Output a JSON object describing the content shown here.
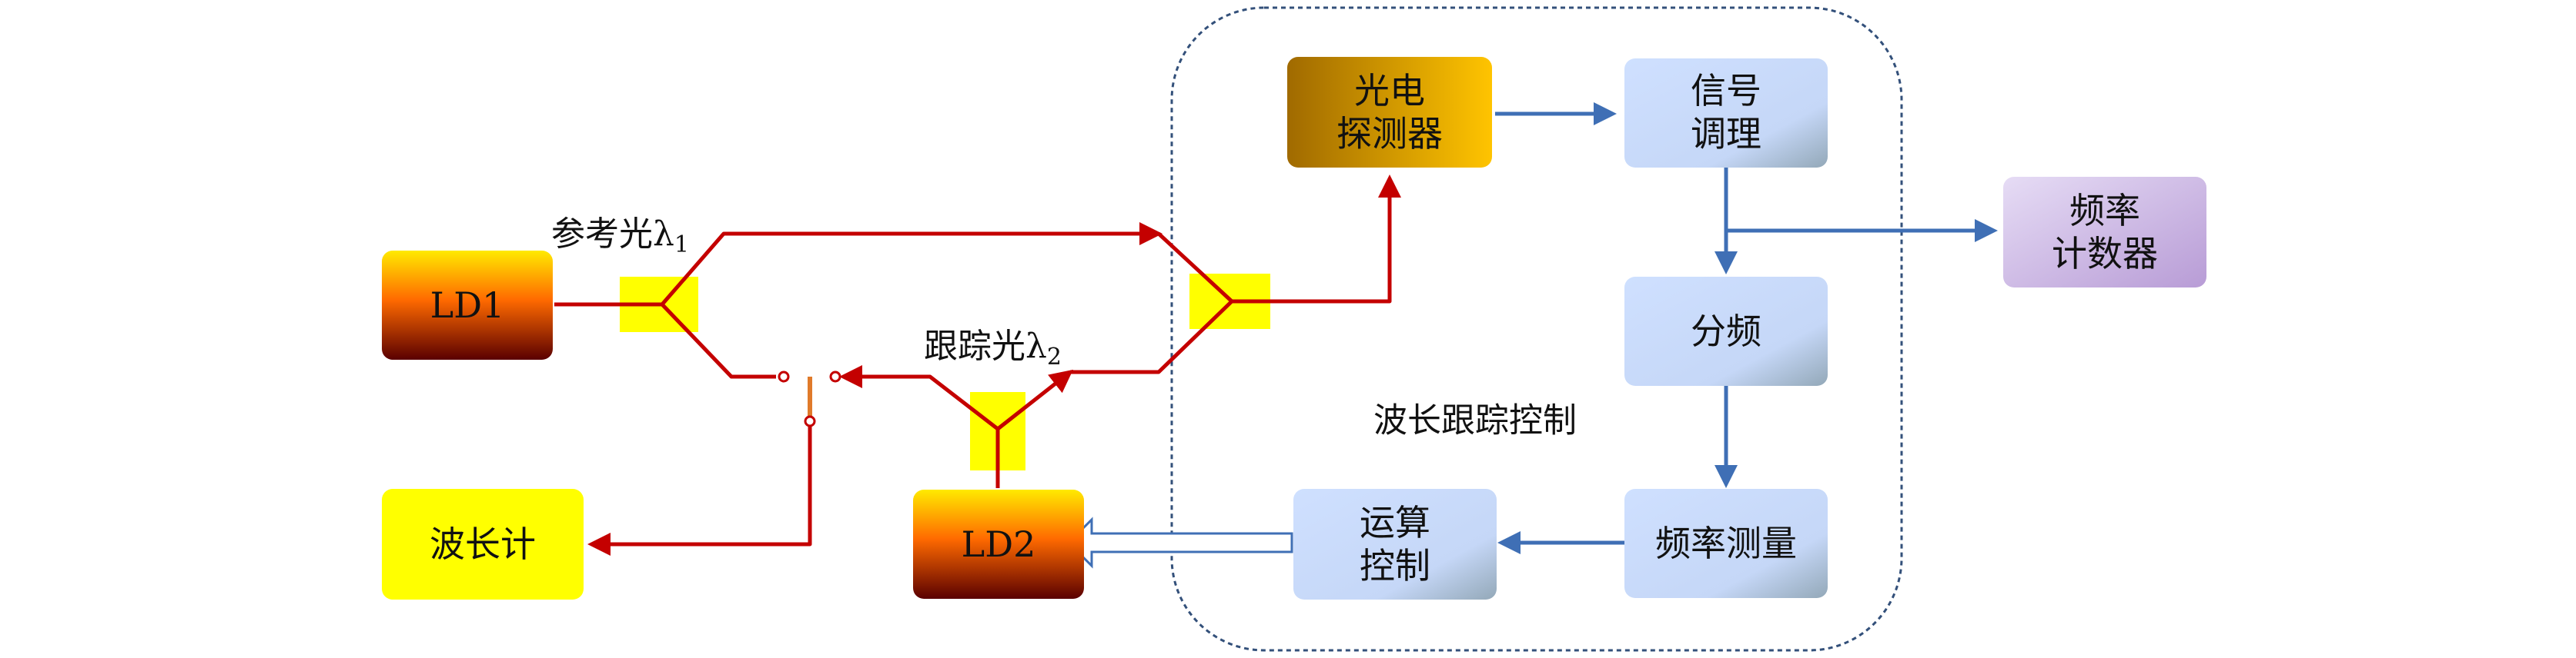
{
  "colors": {
    "red_path": "#c40000",
    "blue_path": "#3f6fb5",
    "coupler": "#ffff00",
    "region_border": "#33507a"
  },
  "nodes": {
    "ld1": "LD1",
    "ld2": "LD2",
    "wavemeter": "波长计",
    "photodetector": [
      "光电",
      "探测器"
    ],
    "signal_conditioning": [
      "信号",
      "调理"
    ],
    "frequency_counter": [
      "频率",
      "计数器"
    ],
    "frequency_division": "分频",
    "frequency_measurement": "频率测量",
    "compute_control": [
      "运算",
      "控制"
    ]
  },
  "labels": {
    "reference_light": "参考光λ",
    "reference_sub": "1",
    "tracking_light": "跟踪光λ",
    "tracking_sub": "2",
    "control_region": "波长跟踪控制"
  }
}
